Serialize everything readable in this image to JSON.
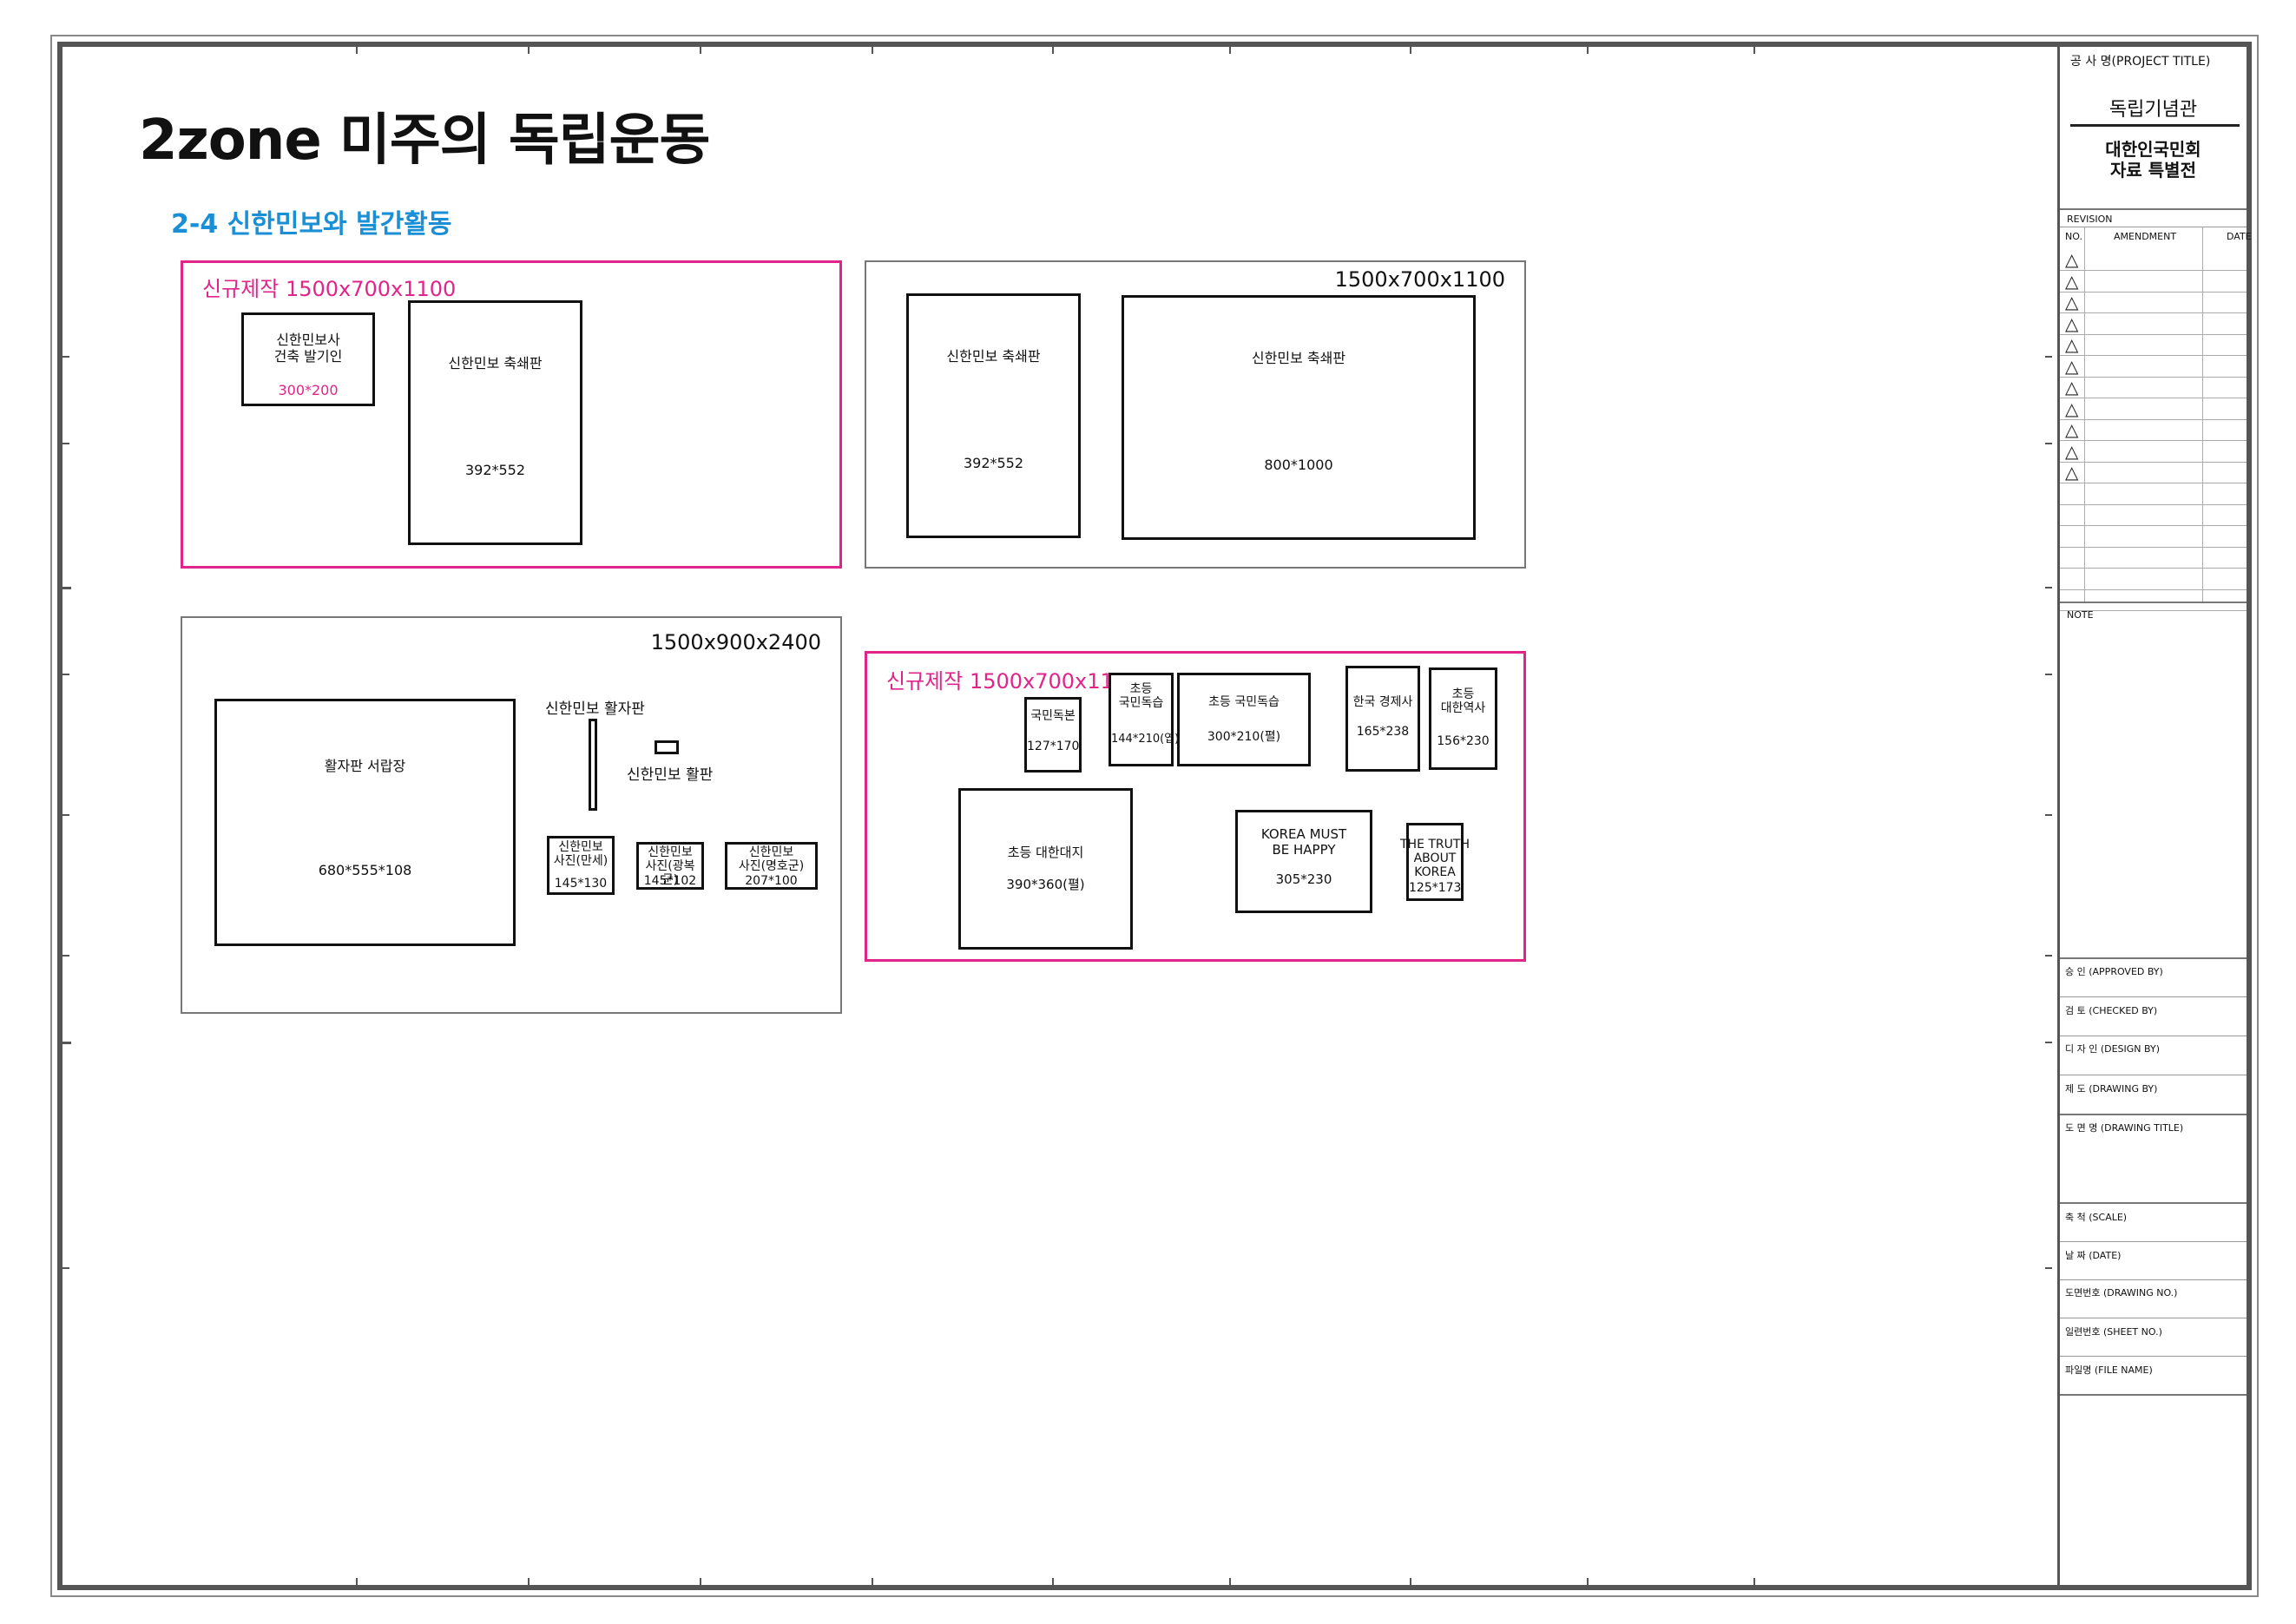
{
  "header": {
    "title": "2zone 미주의 독립운동",
    "subtitle": "2-4 신한민보와 발간활동"
  },
  "panels": {
    "p1": {
      "label": "신규제작 1500x700x1100"
    },
    "p2": {
      "label": "1500x700x1100"
    },
    "p3": {
      "label": "1500x900x2400"
    },
    "p4": {
      "label": "신규제작 1500x700x1100"
    }
  },
  "items": {
    "p1_a": {
      "label": "신한민보사\n건축 발기인",
      "dim": "300*200"
    },
    "p1_b": {
      "label": "신한민보 축쇄판",
      "dim": "392*552"
    },
    "p2_a": {
      "label": "신한민보 축쇄판",
      "dim": "392*552"
    },
    "p2_b": {
      "label": "신한민보 축쇄판",
      "dim": "800*1000"
    },
    "p3_a": {
      "label": "활자판 서랍장",
      "dim": "680*555*108"
    },
    "p3_b": {
      "label": "신한민보 활자판"
    },
    "p3_c": {
      "label": "신한민보 활판"
    },
    "p3_d": {
      "label": "신한민보\n사진(만세)",
      "dim": "145*130"
    },
    "p3_e": {
      "label": "신한민보\n사진(광복군)",
      "dim": "145*102"
    },
    "p3_f": {
      "label": "신한민보\n사진(명호군)",
      "dim": "207*100"
    },
    "p4_a": {
      "label": "국민독본",
      "dim": "127*170"
    },
    "p4_b": {
      "label": "초등\n국민독습",
      "dim": "144*210(엽)"
    },
    "p4_c": {
      "label": "초등 국민독습",
      "dim": "300*210(펼)"
    },
    "p4_d": {
      "label": "한국 경제사",
      "dim": "165*238"
    },
    "p4_e": {
      "label": "초등\n대한역사",
      "dim": "156*230"
    },
    "p4_f": {
      "label": "초등 대한대지",
      "dim": "390*360(펼)"
    },
    "p4_g": {
      "label": "KOREA MUST\nBE HAPPY",
      "dim": "305*230"
    },
    "p4_h": {
      "label": "THE TRUTH\nABOUT KOREA",
      "dim": "125*173"
    }
  },
  "titleblock": {
    "project_title_label": "공 사 명(PROJECT TITLE)",
    "project_name": "독립기념관",
    "project_sub": "대한인국민회\n자료 특별전",
    "revision": "REVISION",
    "col_no": "NO.",
    "col_amendment": "AMENDMENT",
    "col_date": "DATE",
    "note": "NOTE",
    "approved": "승 인 (APPROVED BY)",
    "checked": "검 토 (CHECKED BY)",
    "design": "디 자 인 (DESIGN BY)",
    "drawing": "제 도 (DRAWING BY)",
    "drawing_title": "도 면 명 (DRAWING TITLE)",
    "scale": "축 척 (SCALE)",
    "date": "날 짜 (DATE)",
    "drawing_no": "도면번호 (DRAWING NO.)",
    "sheet_no": "일련번호 (SHEET NO.)",
    "file_name": "파일명 (FILE NAME)"
  }
}
